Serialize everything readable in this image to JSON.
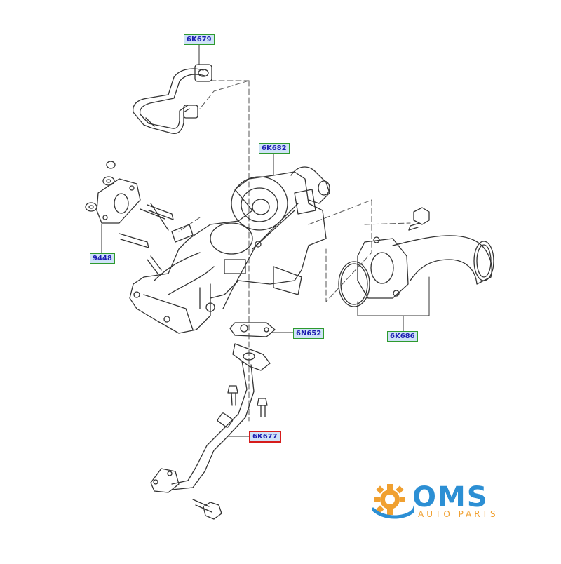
{
  "callouts": {
    "c_6K679": "6K679",
    "c_6K682": "6K682",
    "c_9448": "9448",
    "c_6N652": "6N652",
    "c_6K686": "6K686",
    "c_6K677": "6K677"
  },
  "brand": {
    "name": "OMS",
    "tagline": "AUTO PARTS",
    "gear_color": "#f0a030",
    "text_color": "#2c8fd4",
    "swoosh_color": "#2c8fd4"
  },
  "colors": {
    "line": "#333333",
    "callout_border": "#2e9a2e",
    "callout_fill": "#cfe3f7",
    "callout_text": "#1c1cb0",
    "highlight_border": "#d61c1c"
  },
  "icons": [
    "gear-icon"
  ]
}
